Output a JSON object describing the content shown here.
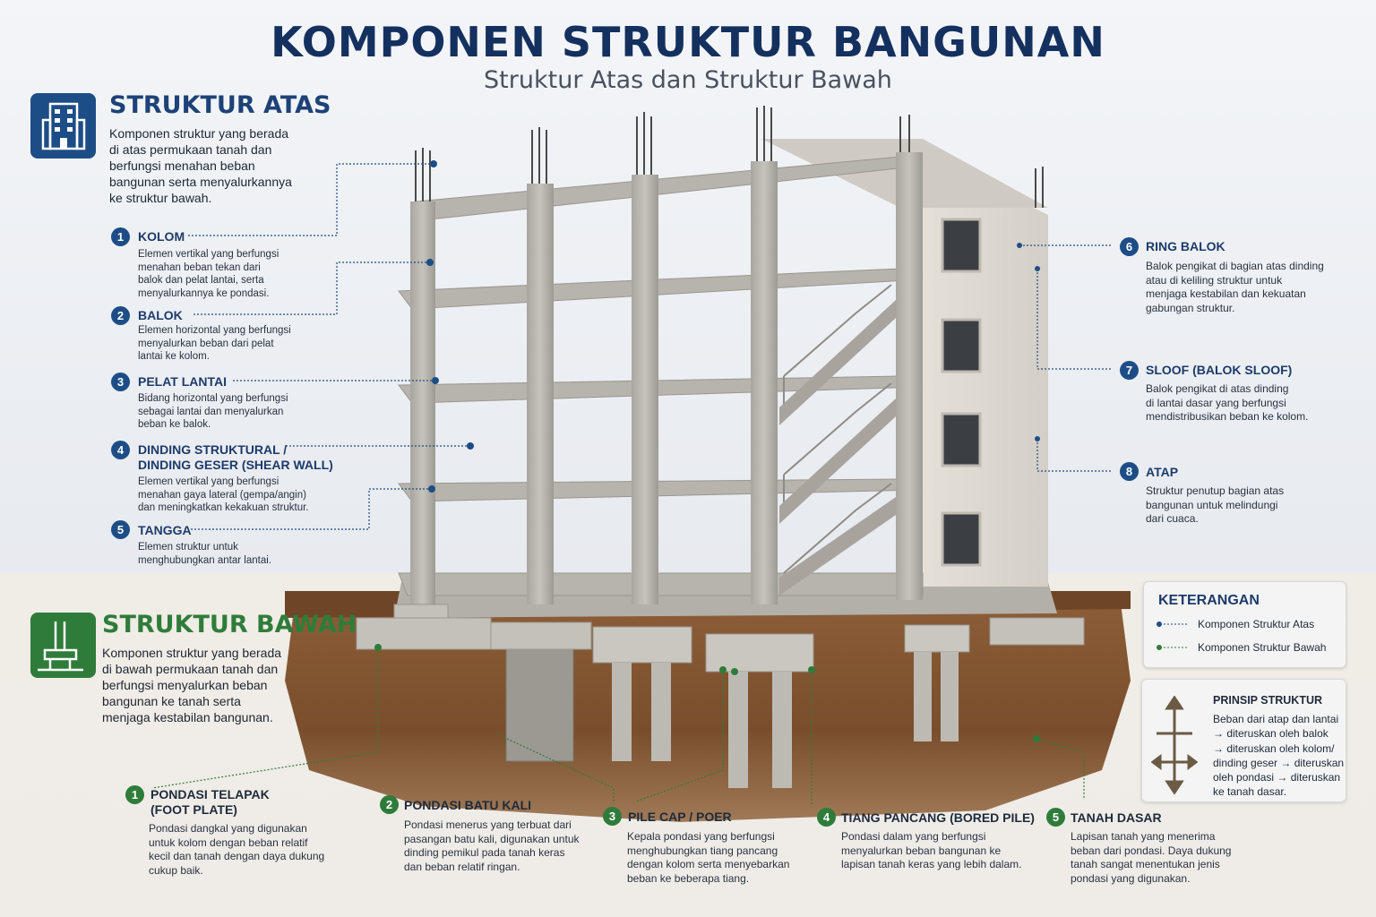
{
  "header": {
    "title": "KOMPONEN STRUKTUR BANGUNAN",
    "subtitle": "Struktur Atas dan Struktur Bawah"
  },
  "upper": {
    "title": "STRUKTUR ATAS",
    "description_lines": [
      "Komponen struktur yang berada",
      "di atas permukaan tanah dan",
      "berfungsi menahan beban",
      "bangunan serta menyalurkannya",
      "ke struktur bawah."
    ],
    "items": [
      {
        "num": "1",
        "title_lines": [
          "KOLOM"
        ],
        "desc_lines": [
          "Elemen vertikal yang berfungsi",
          "menahan beban tekan dari",
          "balok dan pelat lantai, serta",
          "menyalurkannya ke pondasi."
        ]
      },
      {
        "num": "2",
        "title_lines": [
          "BALOK"
        ],
        "desc_lines": [
          "Elemen horizontal yang berfungsi",
          "menyalurkan beban dari pelat",
          "lantai ke kolom."
        ]
      },
      {
        "num": "3",
        "title_lines": [
          "PELAT LANTAI"
        ],
        "desc_lines": [
          "Bidang horizontal yang berfungsi",
          "sebagai lantai dan menyalurkan",
          "beban ke balok."
        ]
      },
      {
        "num": "4",
        "title_lines": [
          "DINDING STRUKTURAL /",
          "DINDING GESER (SHEAR WALL)"
        ],
        "desc_lines": [
          "Elemen vertikal yang berfungsi",
          "menahan gaya lateral (gempa/angin)",
          "dan meningkatkan kekakuan struktur."
        ]
      },
      {
        "num": "5",
        "title_lines": [
          "TANGGA"
        ],
        "desc_lines": [
          "Elemen struktur untuk",
          "menghubungkan antar lantai."
        ]
      }
    ],
    "right_items": [
      {
        "num": "6",
        "title_lines": [
          "RING BALOK"
        ],
        "desc_lines": [
          "Balok pengikat di bagian atas dinding",
          "atau di keliling struktur untuk",
          "menjaga kestabilan dan kekuatan",
          "gabungan struktur."
        ]
      },
      {
        "num": "7",
        "title_lines": [
          "SLOOF (BALOK SLOOF)"
        ],
        "desc_lines": [
          "Balok pengikat di atas dinding",
          "di lantai dasar yang berfungsi",
          "mendistribusikan beban ke kolom."
        ]
      },
      {
        "num": "8",
        "title_lines": [
          "ATAP"
        ],
        "desc_lines": [
          "Struktur penutup bagian atas",
          "bangunan untuk melindungi",
          "dari cuaca."
        ]
      }
    ]
  },
  "lower": {
    "title": "STRUKTUR BAWAH",
    "description_lines": [
      "Komponen struktur yang berada",
      "di bawah permukaan tanah dan",
      "berfungsi menyalurkan beban",
      "bangunan ke tanah serta",
      "menjaga kestabilan bangunan."
    ],
    "items": [
      {
        "num": "1",
        "title_lines": [
          "PONDASI TELAPAK",
          "(FOOT PLATE)"
        ],
        "desc_lines": [
          "Pondasi dangkal yang digunakan",
          "untuk kolom dengan beban relatif",
          "kecil dan tanah dengan daya dukung",
          "cukup baik."
        ]
      },
      {
        "num": "2",
        "title_lines": [
          "PONDASI BATU KALI"
        ],
        "desc_lines": [
          "Pondasi menerus yang terbuat dari",
          "pasangan batu kali, digunakan untuk",
          "dinding pemikul pada tanah keras",
          "dan beban relatif ringan."
        ]
      },
      {
        "num": "3",
        "title_lines": [
          "PILE CAP / POER"
        ],
        "desc_lines": [
          "Kepala pondasi yang berfungsi",
          "menghubungkan tiang pancang",
          "dengan kolom serta menyebarkan",
          "beban ke beberapa tiang."
        ]
      },
      {
        "num": "4",
        "title_lines": [
          "TIANG PANCANG (BORED PILE)"
        ],
        "desc_lines": [
          "Pondasi dalam yang berfungsi",
          "menyalurkan beban bangunan ke",
          "lapisan tanah keras yang lebih dalam."
        ]
      },
      {
        "num": "5",
        "title_lines": [
          "TANAH DASAR"
        ],
        "desc_lines": [
          "Lapisan tanah yang menerima",
          "beban dari pondasi. Daya dukung",
          "tanah sangat menentukan jenis",
          "pondasi yang digunakan."
        ]
      }
    ]
  },
  "legend": {
    "title": "KETERANGAN",
    "upper_label": "Komponen Struktur Atas",
    "lower_label": "Komponen Struktur Bawah"
  },
  "principle": {
    "title": "PRINSIP STRUKTUR",
    "lines": [
      "Beban dari atap dan lantai",
      "→ diteruskan oleh balok",
      "→ diteruskan oleh kolom/",
      "dinding geser → diteruskan",
      "oleh pondasi → diteruskan",
      "ke tanah dasar."
    ]
  },
  "colors": {
    "navy": "#14305e",
    "blue_accent": "#1d4d86",
    "green_accent": "#2f7c3a",
    "concrete": "#b9b6b0",
    "soil": "#8a5a33"
  }
}
